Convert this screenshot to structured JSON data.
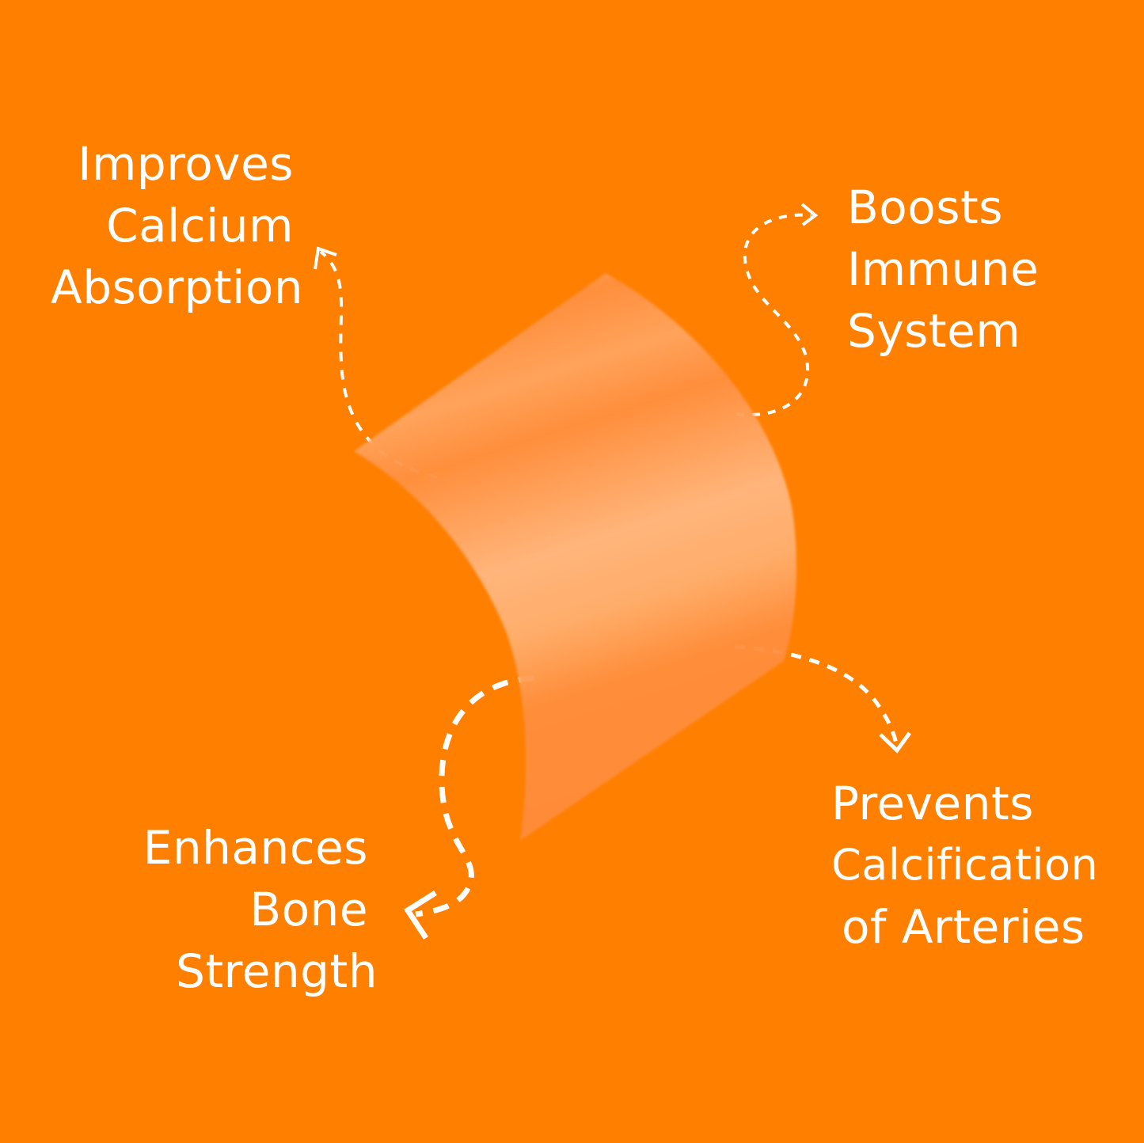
{
  "colors": {
    "background": "#FF7F00",
    "strip": "#FFB27A",
    "text": "#FFFFFF"
  },
  "benefits": [
    {
      "lines": [
        "Improves",
        "Calcium",
        "Absorption"
      ]
    },
    {
      "lines": [
        "Boosts",
        "Immune",
        "System"
      ]
    },
    {
      "lines": [
        "Enhances",
        "Bone",
        "Strength"
      ]
    },
    {
      "lines": [
        "Prevents",
        "Calcification",
        "of Arteries"
      ]
    }
  ]
}
